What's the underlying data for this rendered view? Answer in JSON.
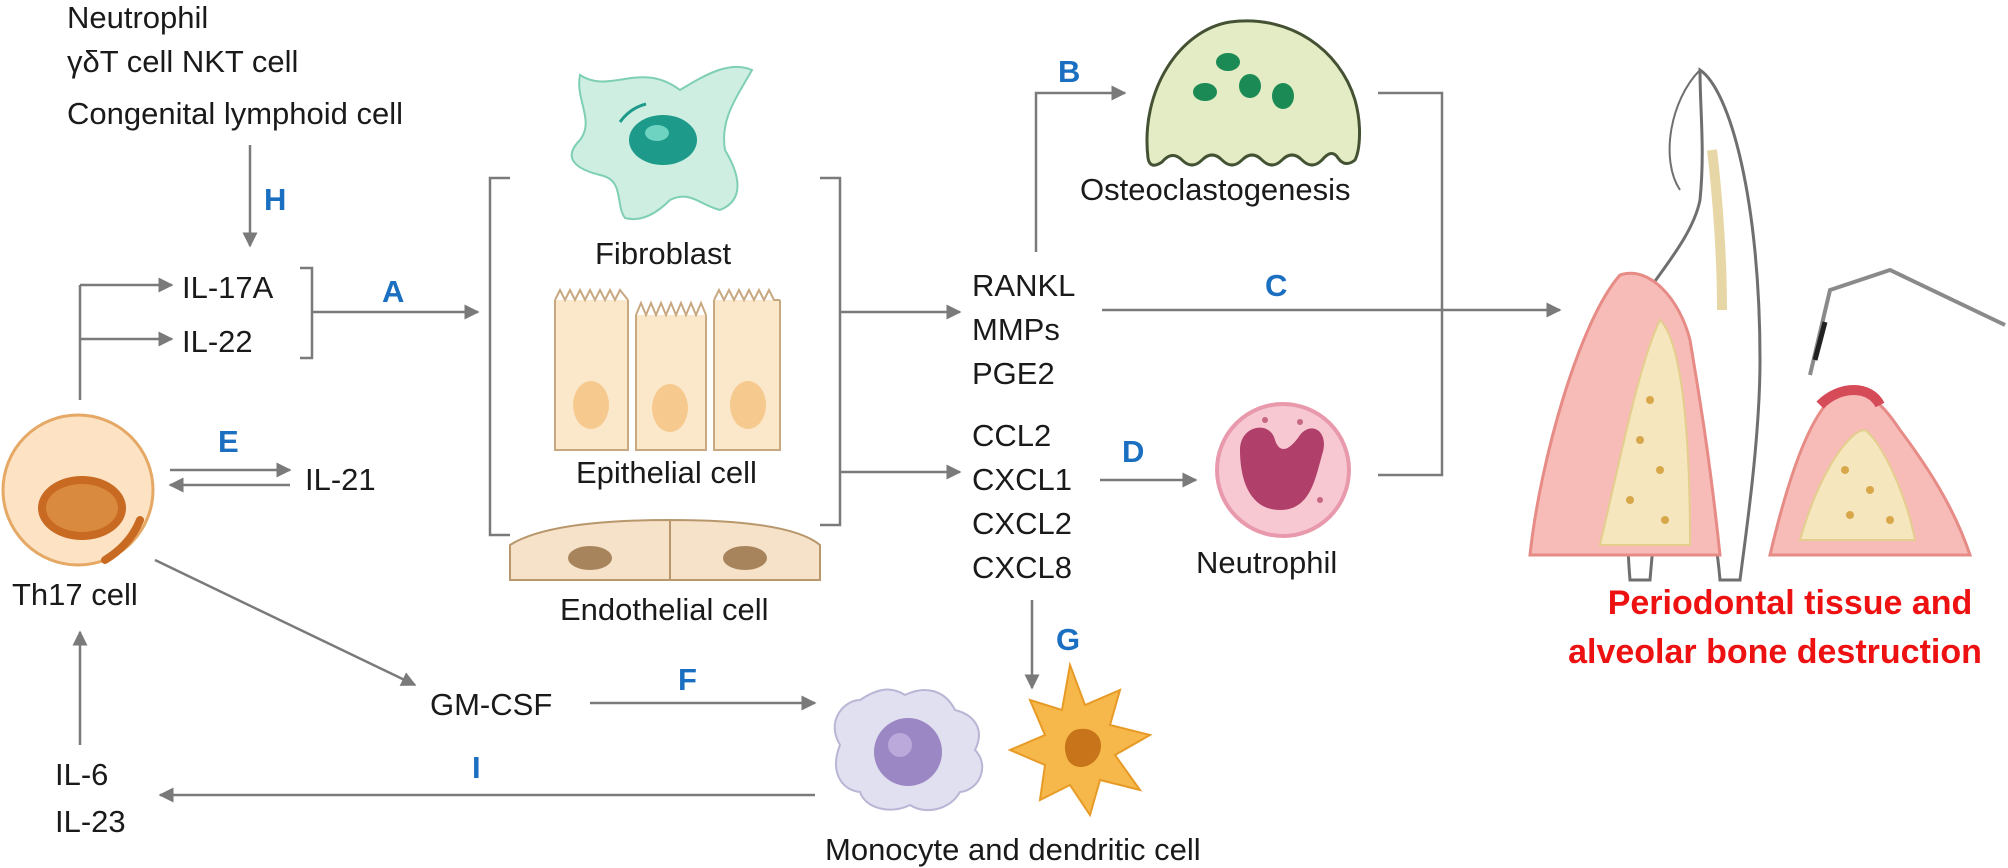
{
  "sources": {
    "line1": "Neutrophil",
    "line2": "γδT cell NKT cell",
    "line3": "Congenital lymphoid cell"
  },
  "cytokines": {
    "il17a": "IL-17A",
    "il22": "IL-22",
    "il21": "IL-21",
    "gmcsf": "GM-CSF",
    "il6": "IL-6",
    "il23": "IL-23"
  },
  "cells": {
    "th17": "Th17 cell",
    "fibroblast": "Fibroblast",
    "epithelial": "Epithelial cell",
    "endothelial": "Endothelial cell",
    "osteoclast": "Osteoclastogenesis",
    "neutrophil": "Neutrophil",
    "monocyte": "Monocyte and dendritic cell"
  },
  "mediators": {
    "rankl": "RANKL",
    "mmps": "MMPs",
    "pge2": "PGE2",
    "ccl2": "CCL2",
    "cxcl1": "CXCL1",
    "cxcl2": "CXCL2",
    "cxcl8": "CXCL8"
  },
  "pathway_labels": {
    "a": "A",
    "b": "B",
    "c": "C",
    "d": "D",
    "e": "E",
    "f": "F",
    "g": "G",
    "h": "H",
    "i": "I"
  },
  "outcome": {
    "line1": "Periodontal tissue and",
    "line2": "alveolar bone destruction"
  },
  "colors": {
    "arrow": "#7a7a7a",
    "label_blue": "#1a6fc0",
    "outcome_red": "#ee1111"
  }
}
